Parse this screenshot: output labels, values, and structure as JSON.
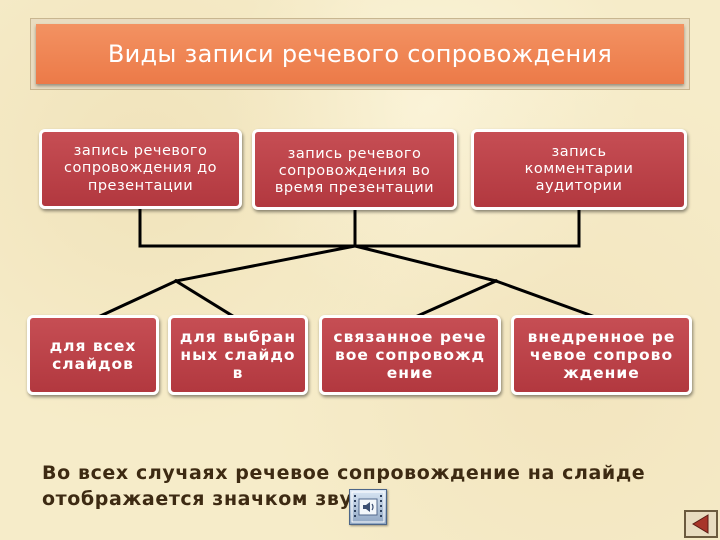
{
  "title": "Виды записи речевого сопровождения",
  "top_boxes": [
    {
      "label": "запись речевого сопровождения до презентации"
    },
    {
      "label": "запись речевого сопровождения во время презентации"
    },
    {
      "label": "запись комментарии аудитории"
    }
  ],
  "bottom_boxes": [
    {
      "label": "для всех слайдов"
    },
    {
      "label": "для выбранных слайдов"
    },
    {
      "label": "связанное речевое сопровождение"
    },
    {
      "label": "внедренное речевое сопровождение"
    }
  ],
  "footer_note": "Во всех случаях речевое сопровождение на слайде отображается значком звука",
  "icons": {
    "sound": "speaker-icon",
    "nav": "back-arrow-icon"
  },
  "colors": {
    "title_bar": "#ec7a48",
    "box_fill": "#b9424a",
    "connector": "#000000",
    "text_dark": "#3d2a12"
  }
}
